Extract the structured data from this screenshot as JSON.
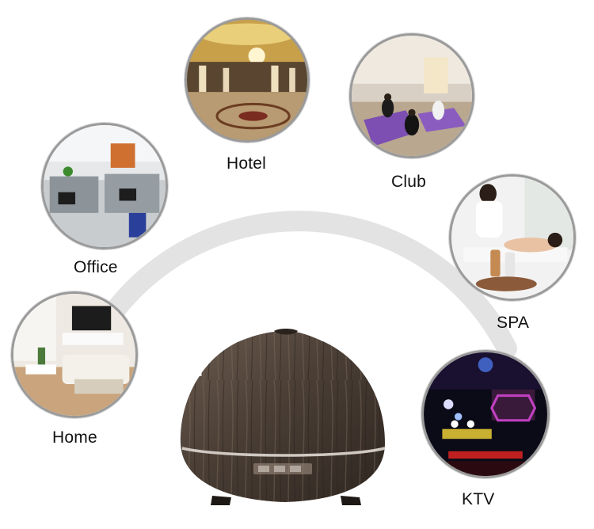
{
  "venues": [
    {
      "id": "hotel",
      "label": "Hotel"
    },
    {
      "id": "club",
      "label": "Club"
    },
    {
      "id": "office",
      "label": "Office"
    },
    {
      "id": "spa",
      "label": "SPA"
    },
    {
      "id": "home",
      "label": "Home"
    },
    {
      "id": "ktv",
      "label": "KTV"
    }
  ],
  "colors": {
    "arc": "#e3e3e3",
    "ring": "#9a9a9a",
    "wood_dark": "#3b3129",
    "wood_light": "#6b5b4f"
  },
  "icons": [
    "hotel-lobby-photo",
    "yoga-club-photo",
    "office-photo",
    "spa-massage-photo",
    "living-room-photo",
    "ktv-bar-photo",
    "aroma-diffuser-product"
  ]
}
